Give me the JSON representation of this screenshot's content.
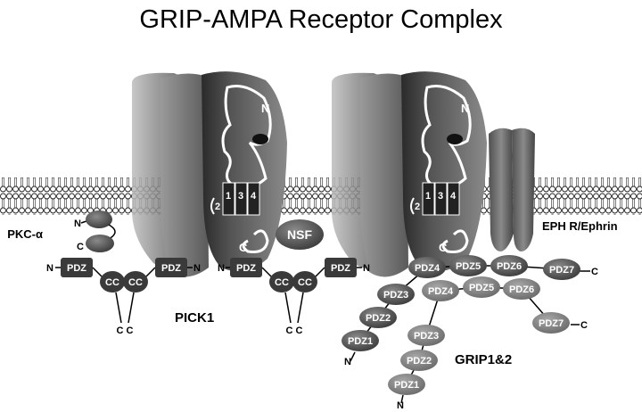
{
  "title": "GRIP-AMPA Receptor Complex",
  "labels": {
    "pkc": "PKC-α",
    "nsf": "NSF",
    "pick1": "PICK1",
    "eph": "EPH R/Ephrin",
    "grip": "GRIP1&2",
    "n": "N",
    "c": "C"
  },
  "pick1_protein": {
    "pdz": "PDZ",
    "cc": "CC",
    "tails": "C C"
  },
  "receptor": {
    "segments": [
      "1",
      "3",
      "4"
    ],
    "loop_segment": "2",
    "n_term": "N",
    "c_term": "C"
  },
  "grip_upper": [
    "PDZ4",
    "PDZ5",
    "PDZ6",
    "PDZ7",
    "PDZ3",
    "PDZ2",
    "PDZ1"
  ],
  "grip_lower": [
    "PDZ4",
    "PDZ5",
    "PDZ6",
    "PDZ7",
    "PDZ3",
    "PDZ2",
    "PDZ1"
  ],
  "colors": {
    "membrane_head": "#ffffff",
    "membrane_stroke": "#222222",
    "protein_dark": "#3a3a3a",
    "protein_mid": "#7a7a7a"
  }
}
